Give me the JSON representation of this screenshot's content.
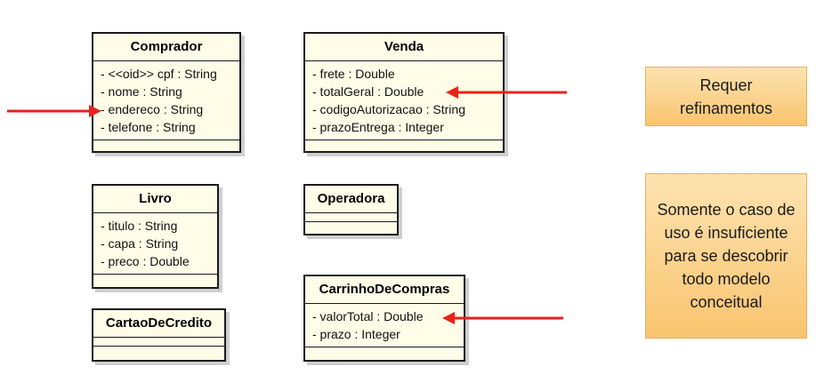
{
  "classes": {
    "comprador": {
      "name": "Comprador",
      "attributes": [
        "- <<oid>> cpf : String",
        "- nome : String",
        "- endereco : String",
        "- telefone : String"
      ]
    },
    "venda": {
      "name": "Venda",
      "attributes": [
        "- frete : Double",
        "- totalGeral : Double",
        "- codigoAutorizacao : String",
        "- prazoEntrega : Integer"
      ]
    },
    "livro": {
      "name": "Livro",
      "attributes": [
        "- titulo : String",
        "- capa : String",
        "- preco : Double"
      ]
    },
    "operadora": {
      "name": "Operadora",
      "attributes": []
    },
    "cartao": {
      "name": "CartaoDeCredito",
      "attributes": []
    },
    "carrinho": {
      "name": "CarrinhoDeCompras",
      "attributes": [
        "- valorTotal : Double",
        "- prazo : Integer"
      ]
    }
  },
  "notes": {
    "refinement": "Requer refinamentos",
    "insufficient": "Somente o caso de uso é insuficiente para se descobrir todo modelo conceitual"
  },
  "colors": {
    "arrow": "#e8231a",
    "class_fill": "#fffde7",
    "note_fill": "#fcd088"
  }
}
